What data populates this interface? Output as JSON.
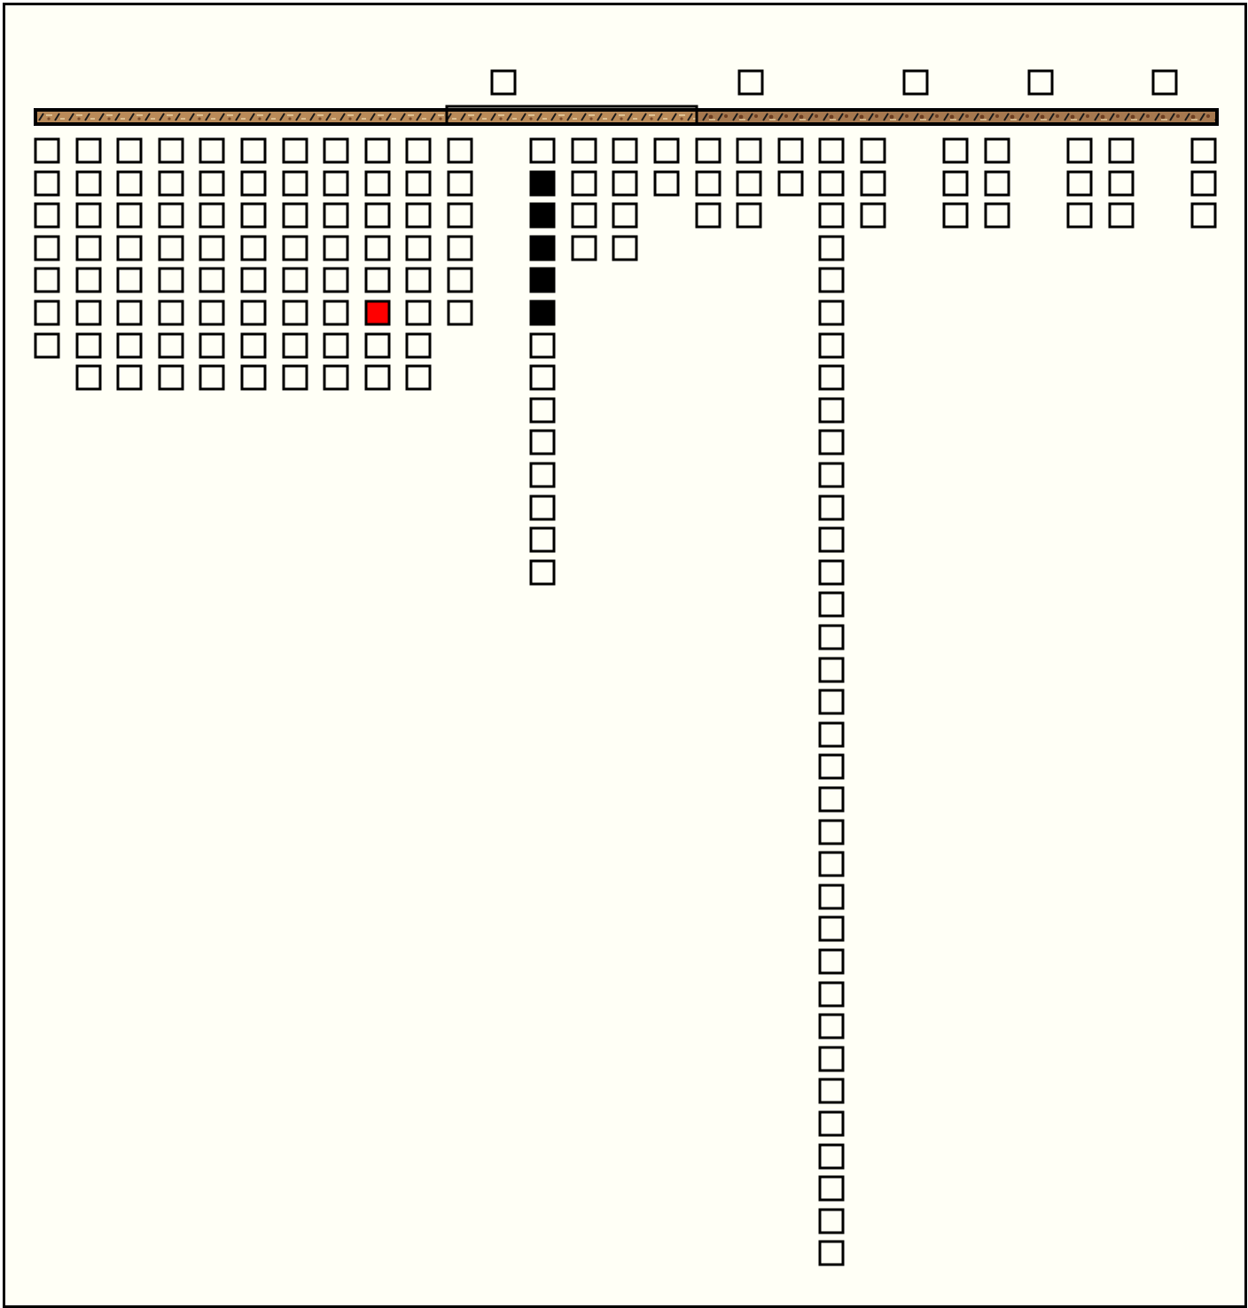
{
  "game": {
    "reserve_count": 5,
    "colors": {
      "board": "#fffff6",
      "empty_cell": "#fffff6",
      "filled_cell": "#000000",
      "selected_cell": "#ff0000",
      "bar_wood": "#b98a58",
      "bar_frame": "#000000"
    },
    "columns": [
      {
        "count": 7,
        "first_row": 0
      },
      {
        "count": 8,
        "first_row": 0
      },
      {
        "count": 8,
        "first_row": 0
      },
      {
        "count": 8,
        "first_row": 0
      },
      {
        "count": 8,
        "first_row": 0
      },
      {
        "count": 8,
        "first_row": 0
      },
      {
        "count": 8,
        "first_row": 0
      },
      {
        "count": 8,
        "first_row": 0
      },
      {
        "count": 8,
        "first_row": 0,
        "selected_rows": [
          5
        ]
      },
      {
        "count": 8,
        "first_row": 0
      },
      {
        "count": 6,
        "first_row": 0
      },
      {
        "count": 0
      },
      {
        "count": 14,
        "first_row": 0,
        "filled_rows": [
          1,
          2,
          3,
          4,
          5
        ]
      },
      {
        "count": 4,
        "first_row": 0
      },
      {
        "count": 4,
        "first_row": 0
      },
      {
        "count": 2,
        "first_row": 0
      },
      {
        "count": 3,
        "first_row": 0
      },
      {
        "count": 3,
        "first_row": 0
      },
      {
        "count": 2,
        "first_row": 0
      },
      {
        "count": 35,
        "first_row": 0
      },
      {
        "count": 3,
        "first_row": 0
      },
      {
        "count": 0
      },
      {
        "count": 3,
        "first_row": 0
      },
      {
        "count": 3,
        "first_row": 0
      },
      {
        "count": 0
      },
      {
        "count": 3,
        "first_row": 0
      },
      {
        "count": 3,
        "first_row": 0
      },
      {
        "count": 0
      },
      {
        "count": 3,
        "first_row": 0
      }
    ]
  }
}
